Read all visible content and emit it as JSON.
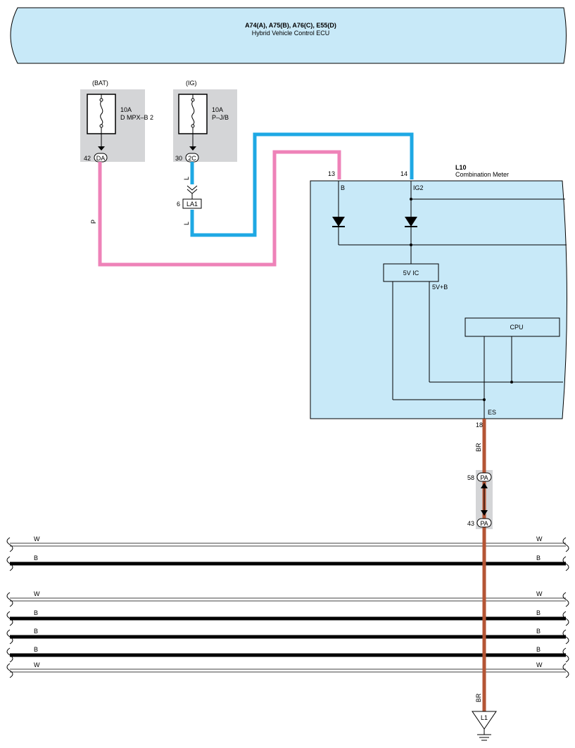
{
  "ecu": {
    "connectors": "A74(A), A75(B), A76(C), E55(D)",
    "name": "Hybrid Vehicle Control ECU"
  },
  "fuses": [
    {
      "source": "(BAT)",
      "rating": "10A",
      "name": "D MPX–B 2",
      "pin": "42",
      "connector": "DA"
    },
    {
      "source": "(IG)",
      "rating": "10A",
      "name": "P–J/B",
      "pin": "30",
      "connector": "2C"
    }
  ],
  "junction_la1": {
    "pin": "6",
    "connector": "LA1"
  },
  "meter": {
    "id": "L10",
    "name": "Combination Meter",
    "pin_b": {
      "num": "13",
      "name": "B"
    },
    "pin_ig2": {
      "num": "14",
      "name": "IG2"
    },
    "ic_label": "5V IC",
    "ic_out": "5V+B",
    "cpu_label": "CPU",
    "pin_es": {
      "num": "18",
      "name": "ES"
    }
  },
  "wires": {
    "pink": "P",
    "blue_upper": "L",
    "blue_lower": "L",
    "brown_upper": "BR",
    "brown_lower": "BR"
  },
  "pa_connector": {
    "pin_top": "58",
    "pin_bottom": "43",
    "name": "PA"
  },
  "ground": {
    "name": "L1"
  },
  "bus_lines": [
    {
      "left": "W",
      "right": "W",
      "thick": false
    },
    {
      "left": "B",
      "right": "B",
      "thick": true
    },
    {
      "left": "W",
      "right": "W",
      "thick": false
    },
    {
      "left": "B",
      "right": "B",
      "thick": true
    },
    {
      "left": "B",
      "right": "B",
      "thick": true
    },
    {
      "left": "B",
      "right": "B",
      "thick": true
    },
    {
      "left": "W",
      "right": "W",
      "thick": false
    }
  ],
  "colors": {
    "ecu_fill": "#c8e9f8",
    "meter_fill": "#c8e9f8",
    "fuse_box": "#d4d5d7",
    "pink_wire": "#ee82b8",
    "blue_wire": "#1ea8e4",
    "brown_wire": "#b45535"
  }
}
